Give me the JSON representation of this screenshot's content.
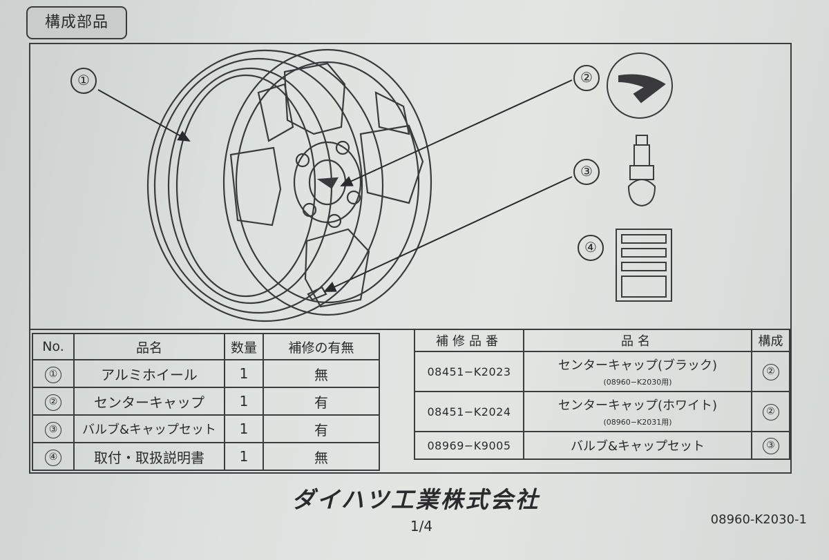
{
  "section_tag": "構成部品",
  "illustration": {
    "labels": [
      "①",
      "②",
      "③",
      "④"
    ]
  },
  "components_table": {
    "headers": [
      "No.",
      "品名",
      "数量",
      "補修の有無"
    ],
    "rows": [
      {
        "no": "①",
        "name": "アルミホイール",
        "qty": "1",
        "repair": "無"
      },
      {
        "no": "②",
        "name": "センターキャップ",
        "qty": "1",
        "repair": "有"
      },
      {
        "no": "③",
        "name": "バルブ&キャップセット",
        "qty": "1",
        "repair": "有"
      },
      {
        "no": "④",
        "name": "取付・取扱説明書",
        "qty": "1",
        "repair": "無"
      }
    ]
  },
  "repair_table": {
    "headers": [
      "補修品番",
      "品名",
      "構成"
    ],
    "rows": [
      {
        "part_no": "08451−K2023",
        "name": "センターキャップ(ブラック)",
        "note": "(08960−K2030用)",
        "comp": "②"
      },
      {
        "part_no": "08451−K2024",
        "name": "センターキャップ(ホワイト)",
        "note": "(08960−K2031用)",
        "comp": "②"
      },
      {
        "part_no": "08969−K9005",
        "name": "バルブ&キャップセット",
        "note": "",
        "comp": "③"
      }
    ]
  },
  "footer": {
    "company": "ダイハツ工業株式会社",
    "page": "1/4",
    "doc_number": "08960-K2030-1"
  },
  "colors": {
    "ink": "#2a2a2c",
    "paper": "#dfe2e0"
  }
}
